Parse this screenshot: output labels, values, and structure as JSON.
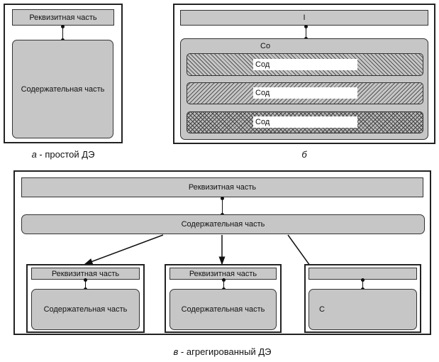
{
  "panel_a": {
    "requisite_label": "Реквизитная часть",
    "content_label": "Содержательная часть",
    "caption_letter": "а",
    "caption_text": " - простой ДЭ"
  },
  "panel_b": {
    "requisite_label": "I",
    "content_label": "Со",
    "bands": [
      {
        "label": "Сод",
        "pattern": "forward-diagonal-hatch"
      },
      {
        "label": "Сод",
        "pattern": "backward-diagonal-hatch"
      },
      {
        "label": "Сод",
        "pattern": "cross-hatch"
      }
    ],
    "caption_letter": "б"
  },
  "panel_c": {
    "requisite_label": "Реквизитная часть",
    "content_label": "Содержательная часть",
    "children": [
      {
        "requisite_label": "Реквизитная часть",
        "content_label": "Содержательная часть"
      },
      {
        "requisite_label": "Реквизитная часть",
        "content_label": "Содержательная часть"
      },
      {
        "requisite_label": "",
        "content_label": "С"
      }
    ],
    "caption_letter": "в",
    "caption_text": " - агрегированный ДЭ"
  }
}
